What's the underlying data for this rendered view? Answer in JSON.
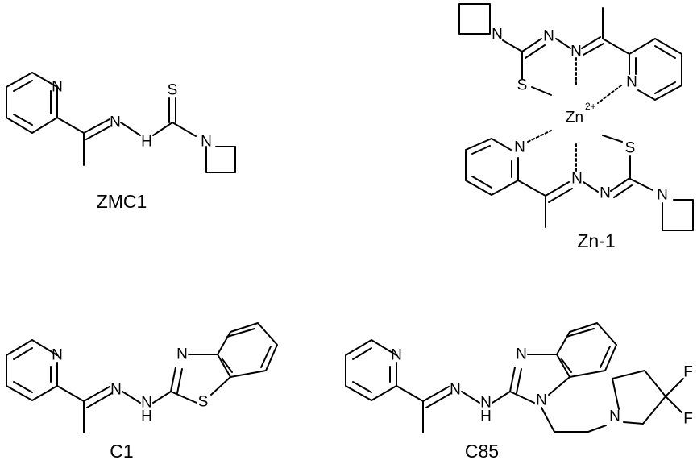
{
  "compounds": [
    {
      "label": "ZMC1",
      "atoms": [
        "N",
        "N",
        "H",
        "S",
        "N"
      ]
    },
    {
      "label": "Zn-1",
      "atoms": [
        "N",
        "N",
        "S",
        "N",
        "Zn",
        "2+",
        "N",
        "N",
        "N",
        "S",
        "N"
      ]
    },
    {
      "label": "C1",
      "atoms": [
        "N",
        "N",
        "N",
        "H",
        "N",
        "S"
      ]
    },
    {
      "label": "C85",
      "atoms": [
        "N",
        "N",
        "N",
        "H",
        "N",
        "N",
        "N",
        "F",
        "F"
      ]
    }
  ]
}
